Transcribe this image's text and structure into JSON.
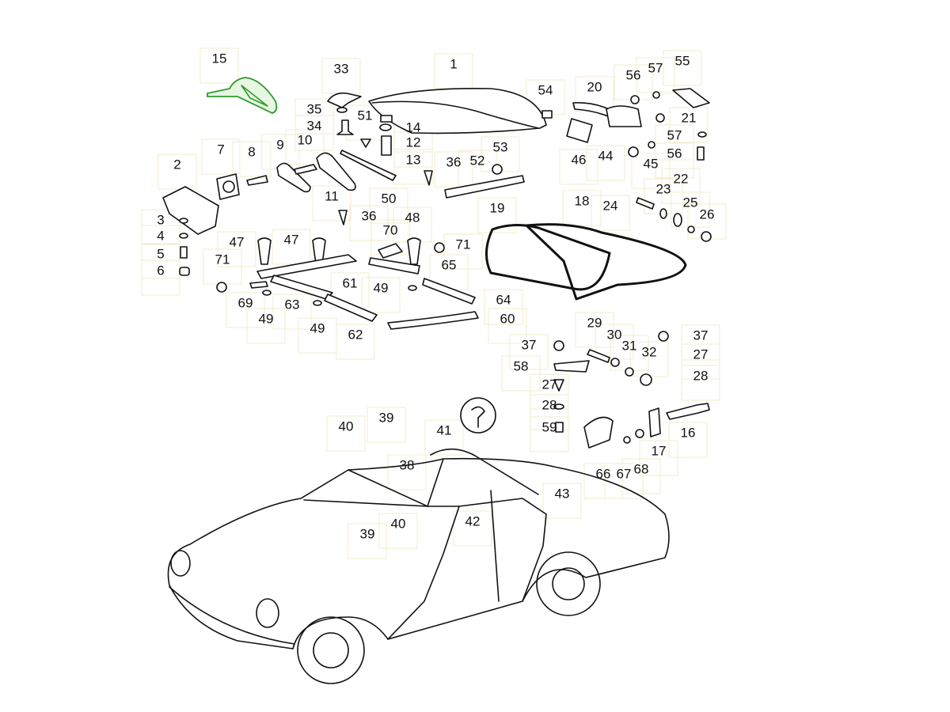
{
  "diagram": {
    "highlighted_part": "15",
    "highlight_color": "#2f9a2f",
    "callout_icon": "seal-profile-detail-icon",
    "labels": [
      "15",
      "33",
      "1",
      "54",
      "20",
      "56",
      "57",
      "55",
      "35",
      "34",
      "51",
      "14",
      "12",
      "13",
      "36",
      "52",
      "53",
      "21",
      "57",
      "56",
      "46",
      "44",
      "45",
      "2",
      "7",
      "8",
      "9",
      "10",
      "11",
      "50",
      "22",
      "23",
      "24",
      "25",
      "26",
      "18",
      "19",
      "3",
      "4",
      "36",
      "48",
      "70",
      "71",
      "47",
      "47",
      "5",
      "6",
      "71",
      "65",
      "61",
      "49",
      "64",
      "69",
      "63",
      "49",
      "49",
      "62",
      "60",
      "29",
      "30",
      "31",
      "32",
      "37",
      "27",
      "28",
      "37",
      "58",
      "27",
      "28",
      "59",
      "40",
      "39",
      "41",
      "38",
      "16",
      "17",
      "66",
      "67",
      "68",
      "43",
      "42",
      "39",
      "40"
    ]
  }
}
